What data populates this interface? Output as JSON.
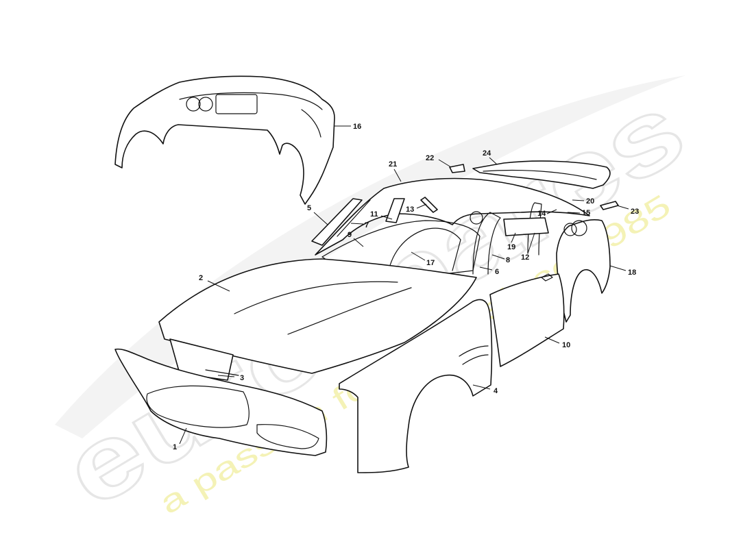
{
  "watermark": {
    "brand": "eurospares",
    "tagline": "a passion for parts since 1985",
    "brand_color": "#e6e6e6",
    "tagline_color": "#f4f2b6"
  },
  "callouts": [
    {
      "id": "1",
      "label": "1"
    },
    {
      "id": "2",
      "label": "2"
    },
    {
      "id": "3",
      "label": "3"
    },
    {
      "id": "4",
      "label": "4"
    },
    {
      "id": "5",
      "label": "5"
    },
    {
      "id": "6",
      "label": "6"
    },
    {
      "id": "7",
      "label": "7"
    },
    {
      "id": "8",
      "label": "8"
    },
    {
      "id": "9",
      "label": "9"
    },
    {
      "id": "10",
      "label": "10"
    },
    {
      "id": "11",
      "label": "11"
    },
    {
      "id": "12",
      "label": "12"
    },
    {
      "id": "13",
      "label": "13"
    },
    {
      "id": "14",
      "label": "14"
    },
    {
      "id": "15",
      "label": "15"
    },
    {
      "id": "16",
      "label": "16"
    },
    {
      "id": "17",
      "label": "17"
    },
    {
      "id": "18",
      "label": "18"
    },
    {
      "id": "19",
      "label": "19"
    },
    {
      "id": "20",
      "label": "20"
    },
    {
      "id": "21",
      "label": "21"
    },
    {
      "id": "22",
      "label": "22"
    },
    {
      "id": "23",
      "label": "23"
    },
    {
      "id": "24",
      "label": "24"
    }
  ]
}
